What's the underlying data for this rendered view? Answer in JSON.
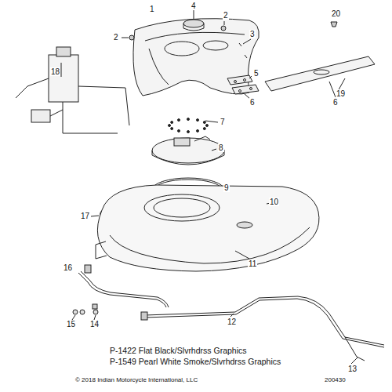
{
  "diagram": {
    "labels": [
      "4",
      "1",
      "2",
      "20",
      "2",
      "3",
      "18",
      "5",
      "19",
      "6",
      "6",
      "7",
      "8",
      "9",
      "10",
      "17",
      "11",
      "16",
      "12",
      "15",
      "14",
      "13",
      "P-1422 Flat Black/Slvrhdrss Graphics",
      "P-1549 Pearl White Smoke/Slvrhdrss Graphics",
      "© 2018 Indian Motorcycle International, LLC",
      "200430"
    ]
  }
}
